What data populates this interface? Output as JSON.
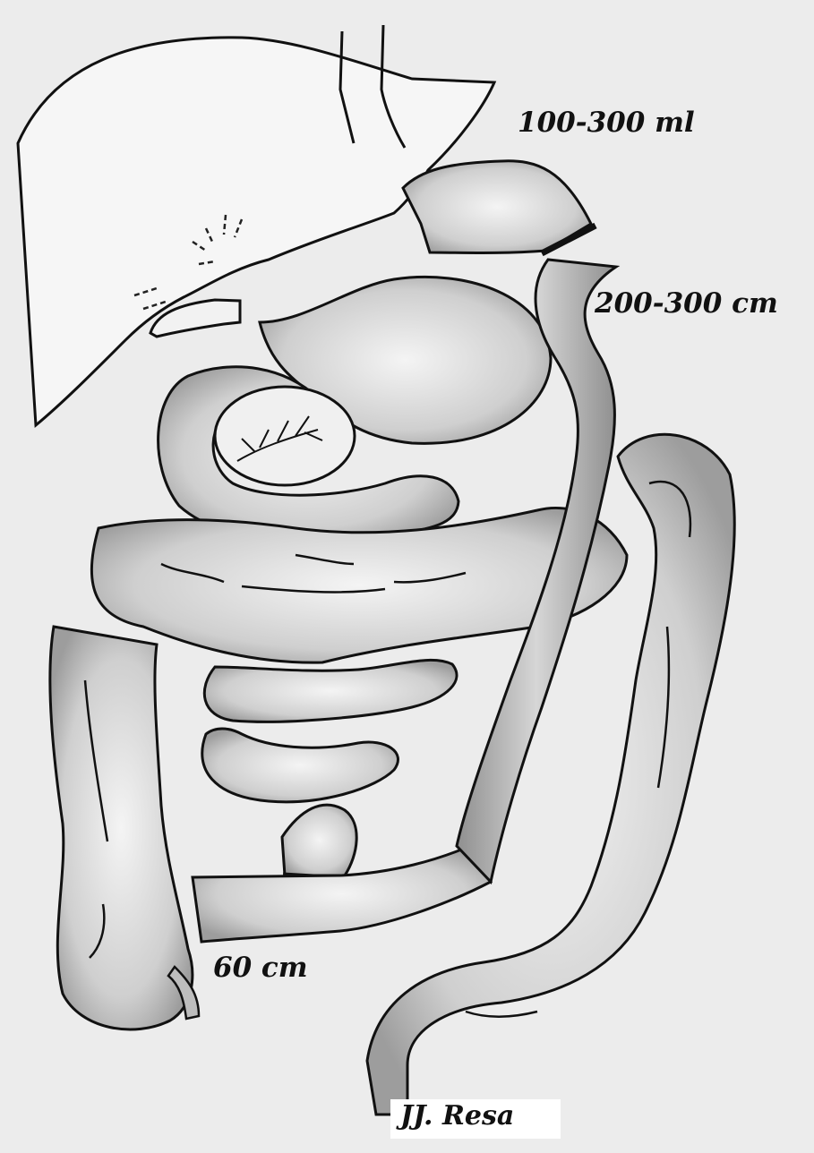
{
  "labels": {
    "volume": "100-300 ml",
    "jejunum_length": "200-300 cm",
    "ileum_length": "60 cm",
    "signature": "JJ. Resa"
  },
  "colors": {
    "background": "#ececec",
    "ink": "#111111",
    "organ_fill": "#d9d9d9",
    "shade": "#9a9a9a"
  }
}
